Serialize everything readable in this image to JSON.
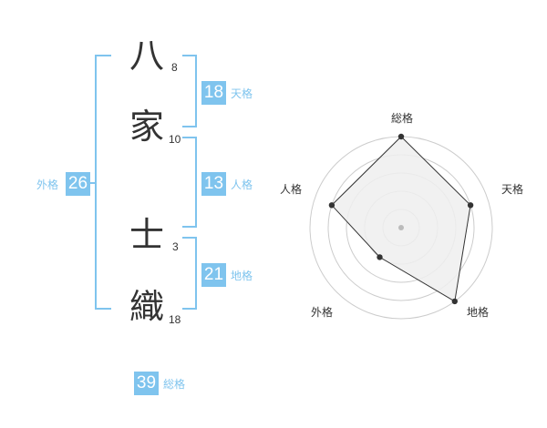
{
  "name": {
    "characters": [
      {
        "char": "八",
        "strokes": "8"
      },
      {
        "char": "家",
        "strokes": "10"
      },
      {
        "char": "士",
        "strokes": "3"
      },
      {
        "char": "織",
        "strokes": "18"
      }
    ]
  },
  "fortune": {
    "tenkaku": {
      "value": "18",
      "label": "天格"
    },
    "jinkaku": {
      "value": "13",
      "label": "人格"
    },
    "chikaku": {
      "value": "21",
      "label": "地格"
    },
    "gaikaku": {
      "value": "26",
      "label": "外格"
    },
    "soukaku": {
      "value": "39",
      "label": "総格"
    }
  },
  "colors": {
    "accent": "#7fc4ee",
    "text": "#333333",
    "grid": "#cccccc",
    "fill": "#eeeeee"
  },
  "chart_data": {
    "type": "radar",
    "axes": [
      "総格",
      "天格",
      "地格",
      "外格",
      "人格"
    ],
    "values": [
      5,
      4,
      5,
      2,
      4
    ],
    "range": [
      0,
      5
    ],
    "rings": 5
  }
}
